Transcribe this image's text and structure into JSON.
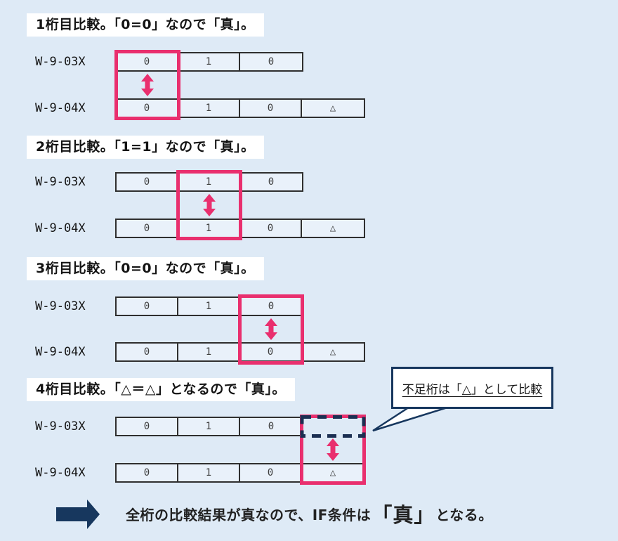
{
  "colors": {
    "background": "#deeaf6",
    "cell_fill": "#e9f1fa",
    "cell_border": "#2f2f2f",
    "highlight_pink": "#e92f6e",
    "navy": "#17375e",
    "label_background": "#ffffff"
  },
  "sections": [
    {
      "label": "1桁目比較。「0=0」なので「真」。",
      "highlight_digit": 1,
      "rows": [
        {
          "name": "W-9-03X",
          "cells": [
            "0",
            "1",
            "0"
          ]
        },
        {
          "name": "W-9-04X",
          "cells": [
            "0",
            "1",
            "0",
            "△"
          ]
        }
      ]
    },
    {
      "label": "2桁目比較。「1=1」なので「真」。",
      "highlight_digit": 2,
      "rows": [
        {
          "name": "W-9-03X",
          "cells": [
            "0",
            "1",
            "0"
          ]
        },
        {
          "name": "W-9-04X",
          "cells": [
            "0",
            "1",
            "0",
            "△"
          ]
        }
      ]
    },
    {
      "label": "3桁目比較。「0=0」なので「真」。",
      "highlight_digit": 3,
      "rows": [
        {
          "name": "W-9-03X",
          "cells": [
            "0",
            "1",
            "0"
          ]
        },
        {
          "name": "W-9-04X",
          "cells": [
            "0",
            "1",
            "0",
            "△"
          ]
        }
      ]
    },
    {
      "label": "4桁目比較。「△＝△」となるので「真」。",
      "highlight_digit": 4,
      "rows": [
        {
          "name": "W-9-03X",
          "cells": [
            "0",
            "1",
            "0"
          ]
        },
        {
          "name": "W-9-04X",
          "cells": [
            "0",
            "1",
            "0",
            "△"
          ]
        }
      ]
    }
  ],
  "callout": {
    "text": "不足桁は「△」として比較"
  },
  "conclusion": {
    "before": "全桁の比較結果が真なので、IF条件は",
    "emphasis": "「真」",
    "after": "となる。"
  }
}
